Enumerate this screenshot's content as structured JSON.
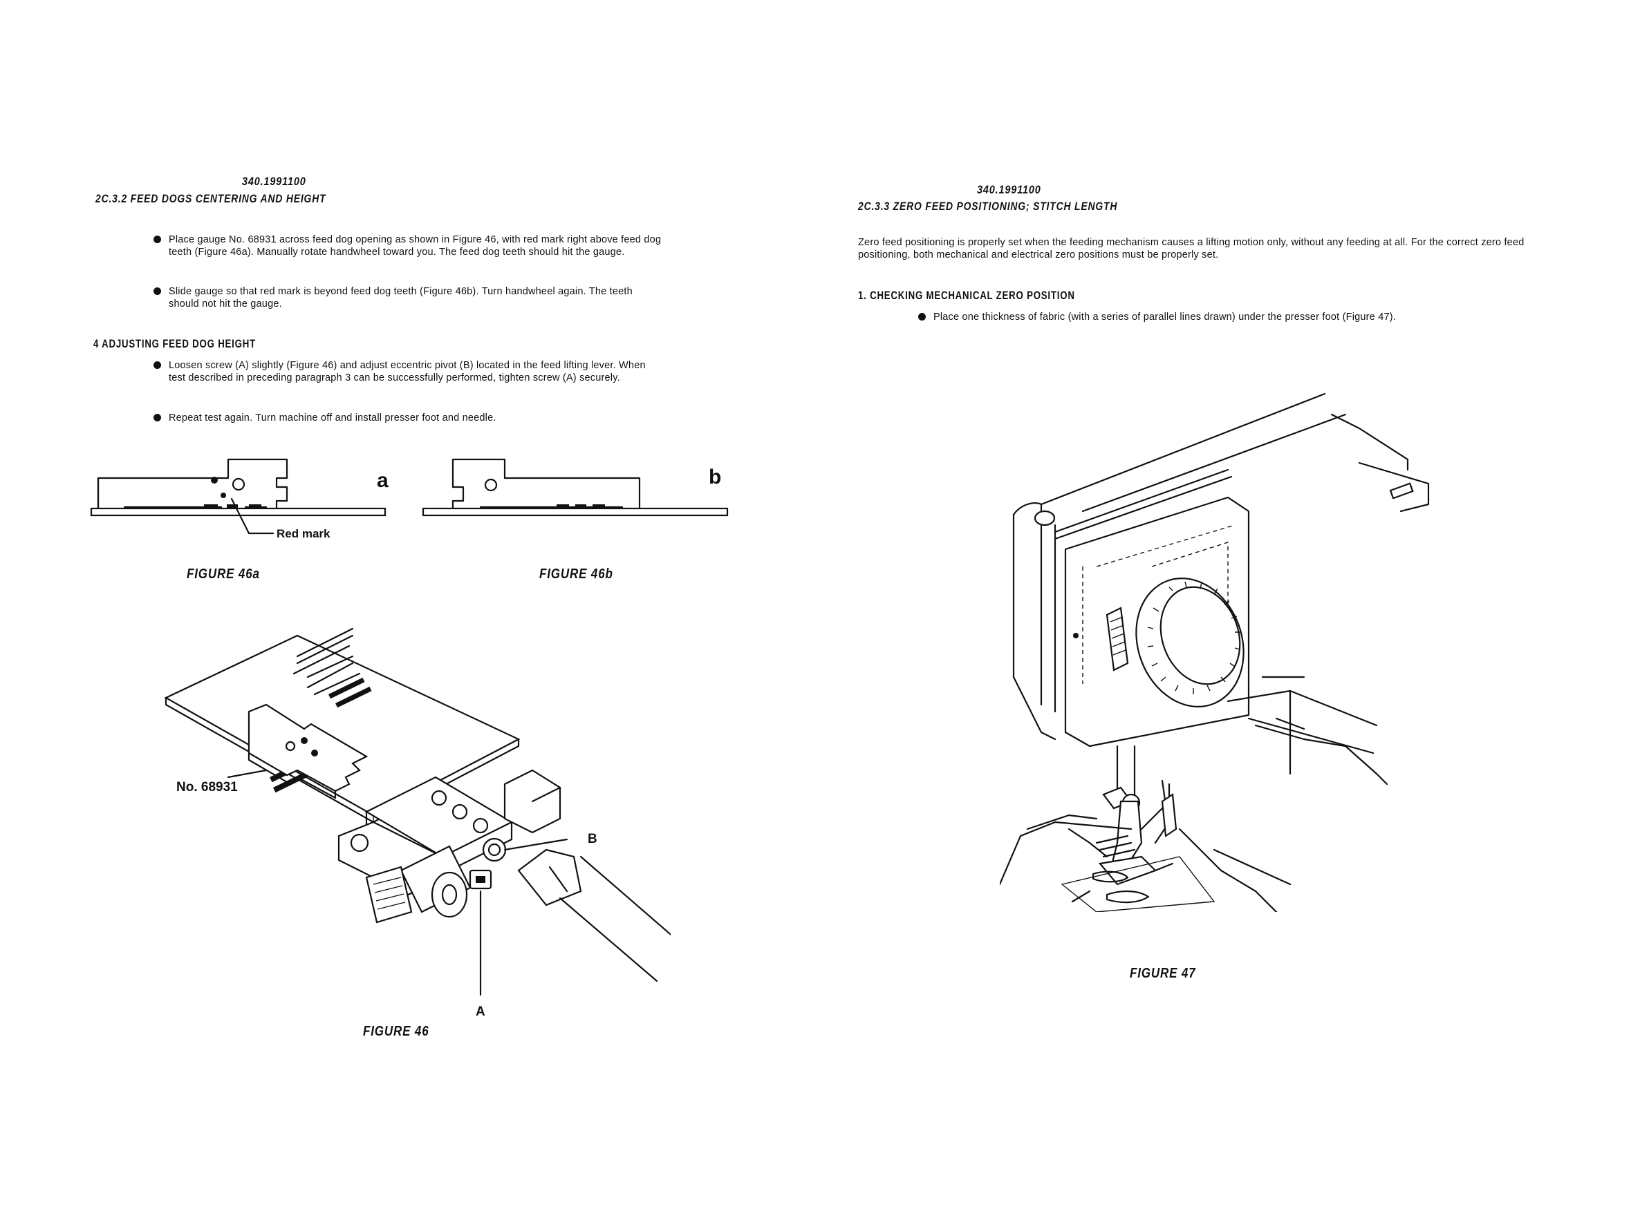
{
  "left_page": {
    "doc_id": "340.1991100",
    "section_title": "2C.3.2   FEED DOGS CENTERING AND HEIGHT",
    "bullets_top": [
      "Place gauge No. 68931 across feed dog opening as shown in Figure 46, with red mark right above feed dog teeth (Figure 46a). Manually rotate handwheel toward you. The feed dog teeth should hit the gauge.",
      "Slide gauge so that red mark is beyond feed dog teeth (Figure 46b). Turn handwheel again. The teeth should not hit the gauge."
    ],
    "subsection_title": "4   ADJUSTING FEED DOG HEIGHT",
    "bullets_bottom": [
      "Loosen screw (A) slightly (Figure 46) and adjust eccentric pivot (B) located in the feed lifting lever. When test described in preceding paragraph 3 can be successfully performed, tighten screw (A) securely.",
      "Repeat test again. Turn machine off and install presser foot and needle."
    ],
    "figure_46a": {
      "letter": "a",
      "callout": "Red mark",
      "caption": "FIGURE 46a"
    },
    "figure_46b": {
      "letter": "b",
      "caption": "FIGURE 46b"
    },
    "figure_46": {
      "gauge_label": "No. 68931",
      "label_b": "B",
      "label_a": "A",
      "caption": "FIGURE 46"
    }
  },
  "right_page": {
    "doc_id": "340.1991100",
    "section_title": "2C.3.3   ZERO FEED POSITIONING; STITCH LENGTH",
    "intro": "Zero feed positioning is properly set when the feeding mechanism causes a lifting motion only, without any feeding at all. For the correct zero feed positioning, both mechanical and electrical zero positions must be properly set.",
    "subsection_title": "1.   CHECKING MECHANICAL ZERO POSITION",
    "bullets": [
      "Place one thickness of fabric (with a series of parallel lines drawn) under the presser foot (Figure 47)."
    ],
    "figure_47": {
      "caption": "FIGURE 47"
    }
  }
}
